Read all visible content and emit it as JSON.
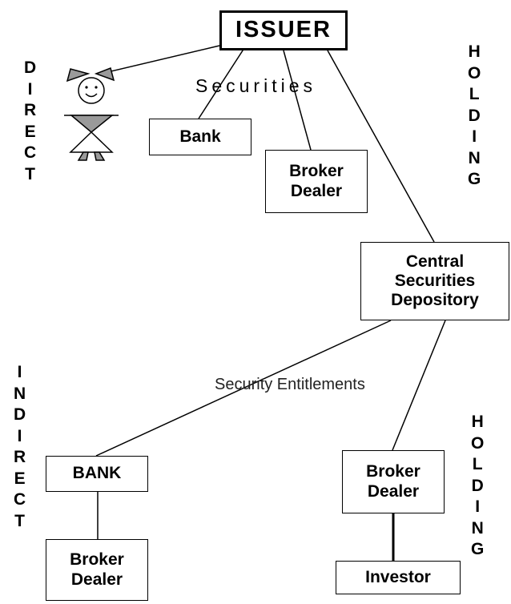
{
  "nodes": {
    "issuer": "ISSUER",
    "bank_direct": "Bank",
    "broker_dealer_direct": "Broker\nDealer",
    "csd": "Central\nSecurities\nDepository",
    "bank_indirect": "BANK",
    "broker_dealer_indirect_left": "Broker\nDealer",
    "broker_dealer_indirect_right": "Broker\nDealer",
    "investor": "Investor"
  },
  "edge_labels": {
    "securities": "Securities",
    "security_entitlements": "Security Entitlements"
  },
  "side_labels": {
    "direct": [
      "D",
      "I",
      "R",
      "E",
      "C",
      "T"
    ],
    "holding_top": [
      "H",
      "O",
      "L",
      "D",
      "I",
      "N",
      "G"
    ],
    "indirect": [
      "I",
      "N",
      "D",
      "I",
      "R",
      "E",
      "C",
      "T"
    ],
    "holding_bottom": [
      "H",
      "O",
      "L",
      "D",
      "I",
      "N",
      "G"
    ]
  },
  "figure": {
    "icon": "girl-investor-figure-icon"
  }
}
